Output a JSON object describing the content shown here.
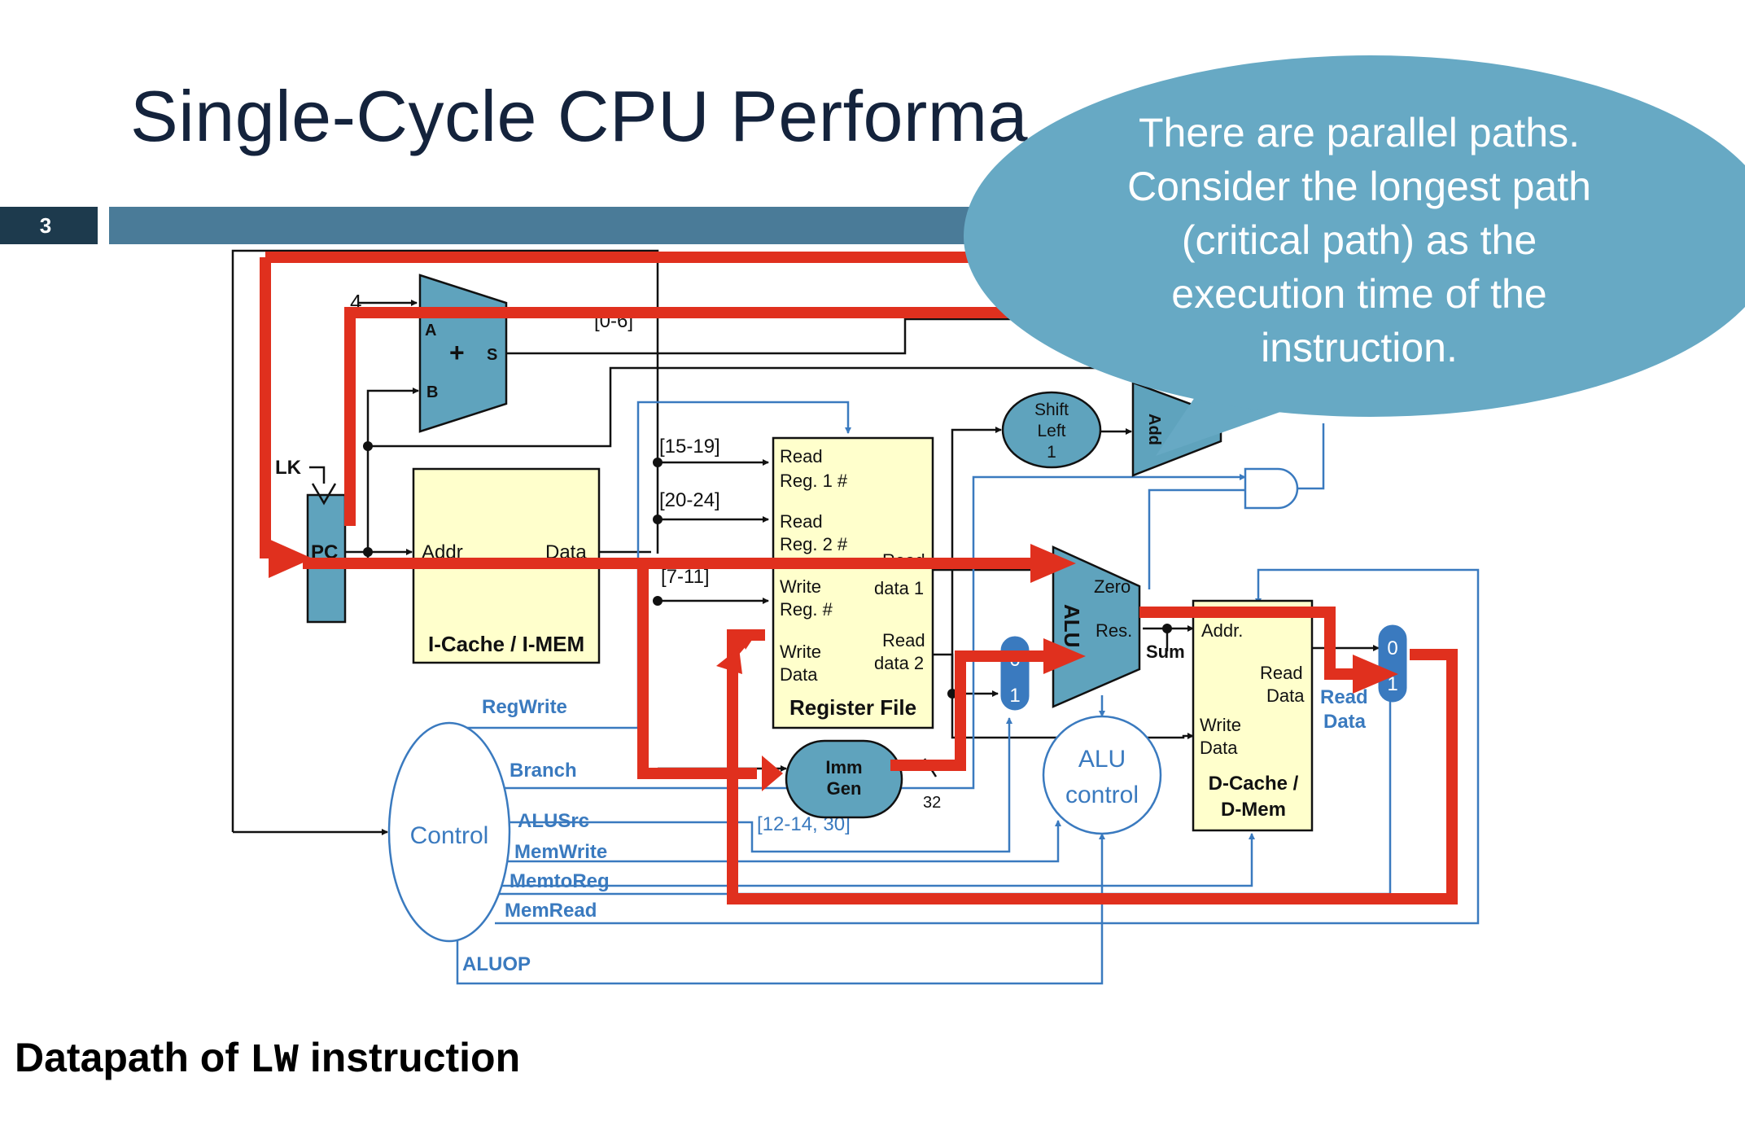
{
  "slide": {
    "title": "Single-Cycle CPU Performa",
    "number": "3",
    "caption_prefix": "Datapath of ",
    "caption_code": "LW",
    "caption_suffix": " instruction"
  },
  "callout": {
    "lines": [
      "There are parallel paths.",
      "Consider the longest path",
      "(critical path) as the",
      "execution time of the",
      "instruction."
    ]
  },
  "diagram": {
    "pc": "PC",
    "clk": "LK",
    "four": "4",
    "adder": {
      "a": "A",
      "b": "B",
      "plus": "+",
      "s": "S"
    },
    "range_0_6": "[0-6]",
    "icache": {
      "addr": "Addr",
      "data": "Data",
      "name": "I-Cache / I-MEM"
    },
    "fields": {
      "f15_19": "[15-19]",
      "f20_24": "[20-24]",
      "f7_11": "[7-11]",
      "f12_14": "[12-14, 30]"
    },
    "regfile": {
      "read1_a": "Read",
      "read1_b": "Reg. 1 #",
      "read2_a": "Read",
      "read2_b": "Reg. 2 #",
      "write_a": "Write",
      "write_b": "Reg. #",
      "wdata_a": "Write",
      "wdata_b": "Data",
      "rd1_a": "Read",
      "rd1_b": "data 1",
      "rd2_a": "Read",
      "rd2_b": "data 2",
      "name": "Register File"
    },
    "shift": {
      "a": "Shift",
      "b": "Left",
      "c": "1"
    },
    "branch_adder_label": "Add",
    "alu": {
      "name": "ALU",
      "zero": "Zero",
      "res": "Res."
    },
    "sum": "Sum",
    "immgen": {
      "a": "Imm",
      "b": "Gen"
    },
    "width32": "32",
    "mux_a": {
      "top": "0",
      "bottom": "1"
    },
    "mux_b": {
      "top": "0",
      "bottom": "1"
    },
    "alu_control": {
      "a": "ALU",
      "b": "control"
    },
    "dcache": {
      "addr": "Addr.",
      "read_a": "Read",
      "read_b": "Data",
      "write_a": "Write",
      "write_b": "Data",
      "name_a": "D-Cache /",
      "name_b": "D-Mem"
    },
    "read_data_out": {
      "a": "Read",
      "b": "Data"
    },
    "control": "Control",
    "signals": {
      "regwrite": "RegWrite",
      "branch": "Branch",
      "alusrc": "ALUSrc",
      "memwrite": "MemWrite",
      "memtoreg": "MemtoReg",
      "memread": "MemRead",
      "aluop": "ALUOP"
    }
  },
  "colors": {
    "title": "#14233c",
    "title_bar": "#4a7b98",
    "slide_num_bg": "#1d3a4d",
    "component_fill": "#5fa3bd",
    "memory_fill": "#ffffcc",
    "control_blue": "#3a7abf",
    "critical_path": "#e0301e",
    "callout_fill": "#67a9c4"
  }
}
